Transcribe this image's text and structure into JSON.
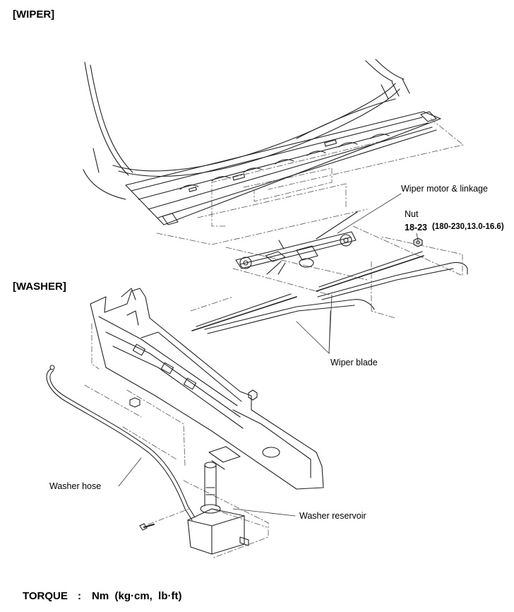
{
  "sections": {
    "wiper": "[WIPER]",
    "washer": "[WASHER]"
  },
  "callouts": {
    "wiper_motor": "Wiper motor & linkage",
    "nut": "Nut",
    "nut_torque_value": "18-23",
    "nut_torque_alt": "(180-230,13.0-16.6)",
    "wiper_blade": "Wiper blade",
    "washer_hose": "Washer hose",
    "washer_reservoir": "Washer reservoir"
  },
  "torque_units": {
    "label": "TORQUE",
    "separator": ":",
    "units": "Nm  (kg·cm,  lb·ft)"
  }
}
